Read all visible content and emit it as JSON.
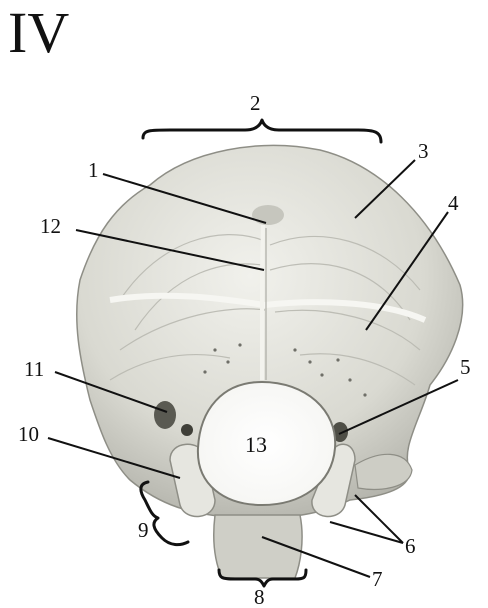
{
  "title": "IV",
  "labels": {
    "l1": "1",
    "l2": "2",
    "l3": "3",
    "l4": "4",
    "l5": "5",
    "l6": "6",
    "l7": "7",
    "l8": "8",
    "l9": "9",
    "l10": "10",
    "l11": "11",
    "l12": "12",
    "l13": "13"
  },
  "colors": {
    "bone": "#d9d9d1",
    "bone_light": "#ececE6",
    "bone_shadow": "#a9a9a0",
    "ink": "#111111"
  }
}
